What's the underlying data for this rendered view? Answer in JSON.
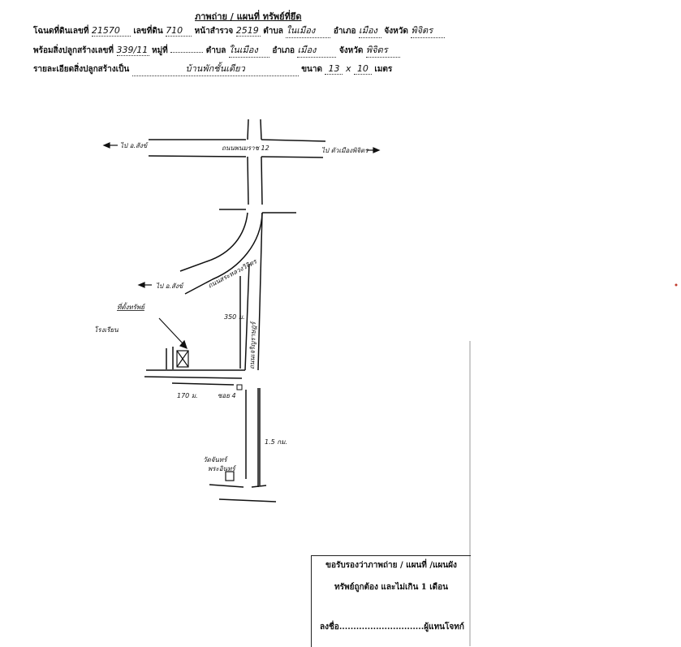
{
  "header": {
    "title": "ภาพถ่าย / แผนที่ ทรัพย์ที่ยึด",
    "row1": {
      "deed_label": "โฉนดที่ดินเลขที่",
      "deed_no": "21570",
      "land_no_label": "เลขที่ดิน",
      "land_no": "710",
      "survey_label": "หน้าสำรวจ",
      "survey_no": "2519",
      "tambon_label": "ตำบล",
      "tambon": "ในเมือง",
      "amphoe_label": "อำเภอ",
      "amphoe": "เมือง",
      "province_label": "จังหวัด",
      "province": "พิจิตร"
    },
    "row2": {
      "building_label": "พร้อมสิ่งปลูกสร้างเลขที่",
      "building_no": "339/11",
      "moo_label": "หมู่ที่",
      "moo": "",
      "tambon_label": "ตำบล",
      "tambon": "ในเมือง",
      "amphoe_label": "อำเภอ",
      "amphoe": "เมือง",
      "province_label": "จังหวัด",
      "province": "พิจิตร"
    },
    "row3": {
      "detail_label": "รายละเอียดสิ่งปลูกสร้างเป็น",
      "detail": "บ้านพักชั้นเดียว",
      "size_label": "ขนาด",
      "width": "13",
      "x_sign": "x",
      "length": "10",
      "unit": "เมตร"
    }
  },
  "map": {
    "left_top_dest": "ไป อ.สังข์",
    "road_top": "ถนนพนมราช 12",
    "right_top_dest": "ไป ตัวเมืองพิจิตร",
    "left_mid_dest": "ไป อ.สังข์",
    "road_diag": "ถนนสระหลวงวิจิตร",
    "road_vertical": "ถนนเจริญราษฎร์",
    "property_label": "ที่ตั้งทรัพย์",
    "note_left": "โรงเรียน",
    "dist_350": "350 ม.",
    "dist_170": "170 ม.",
    "soi_label": "ซอย 4",
    "dist_15": "1.5 กม.",
    "temple_label": "วัดจันทร์",
    "temple_sub": "พระอินทร์"
  },
  "certificate": {
    "line1": "ขอรับรองว่าภาพถ่าย / แผนที่ /แผนผัง",
    "line2": "ทรัพย์ถูกต้อง และไม่เกิน 1 เดือน",
    "sign_label": "ลงชื่อ",
    "sign_dots": "..............................",
    "sign_suffix": "ผู้แทนโจทก์"
  }
}
